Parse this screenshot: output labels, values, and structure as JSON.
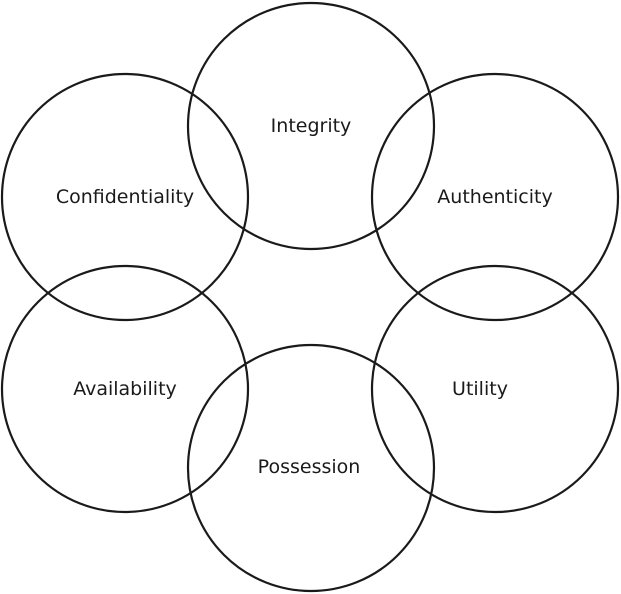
{
  "diagram": {
    "line_color": "#1a1a1a",
    "nodes": [
      {
        "id": "integrity",
        "label": "Integrity"
      },
      {
        "id": "confidentiality",
        "label": "Confidentiality"
      },
      {
        "id": "authenticity",
        "label": "Authenticity"
      },
      {
        "id": "availability",
        "label": "Availability"
      },
      {
        "id": "utility",
        "label": "Utility"
      },
      {
        "id": "possession",
        "label": "Possession"
      }
    ]
  }
}
